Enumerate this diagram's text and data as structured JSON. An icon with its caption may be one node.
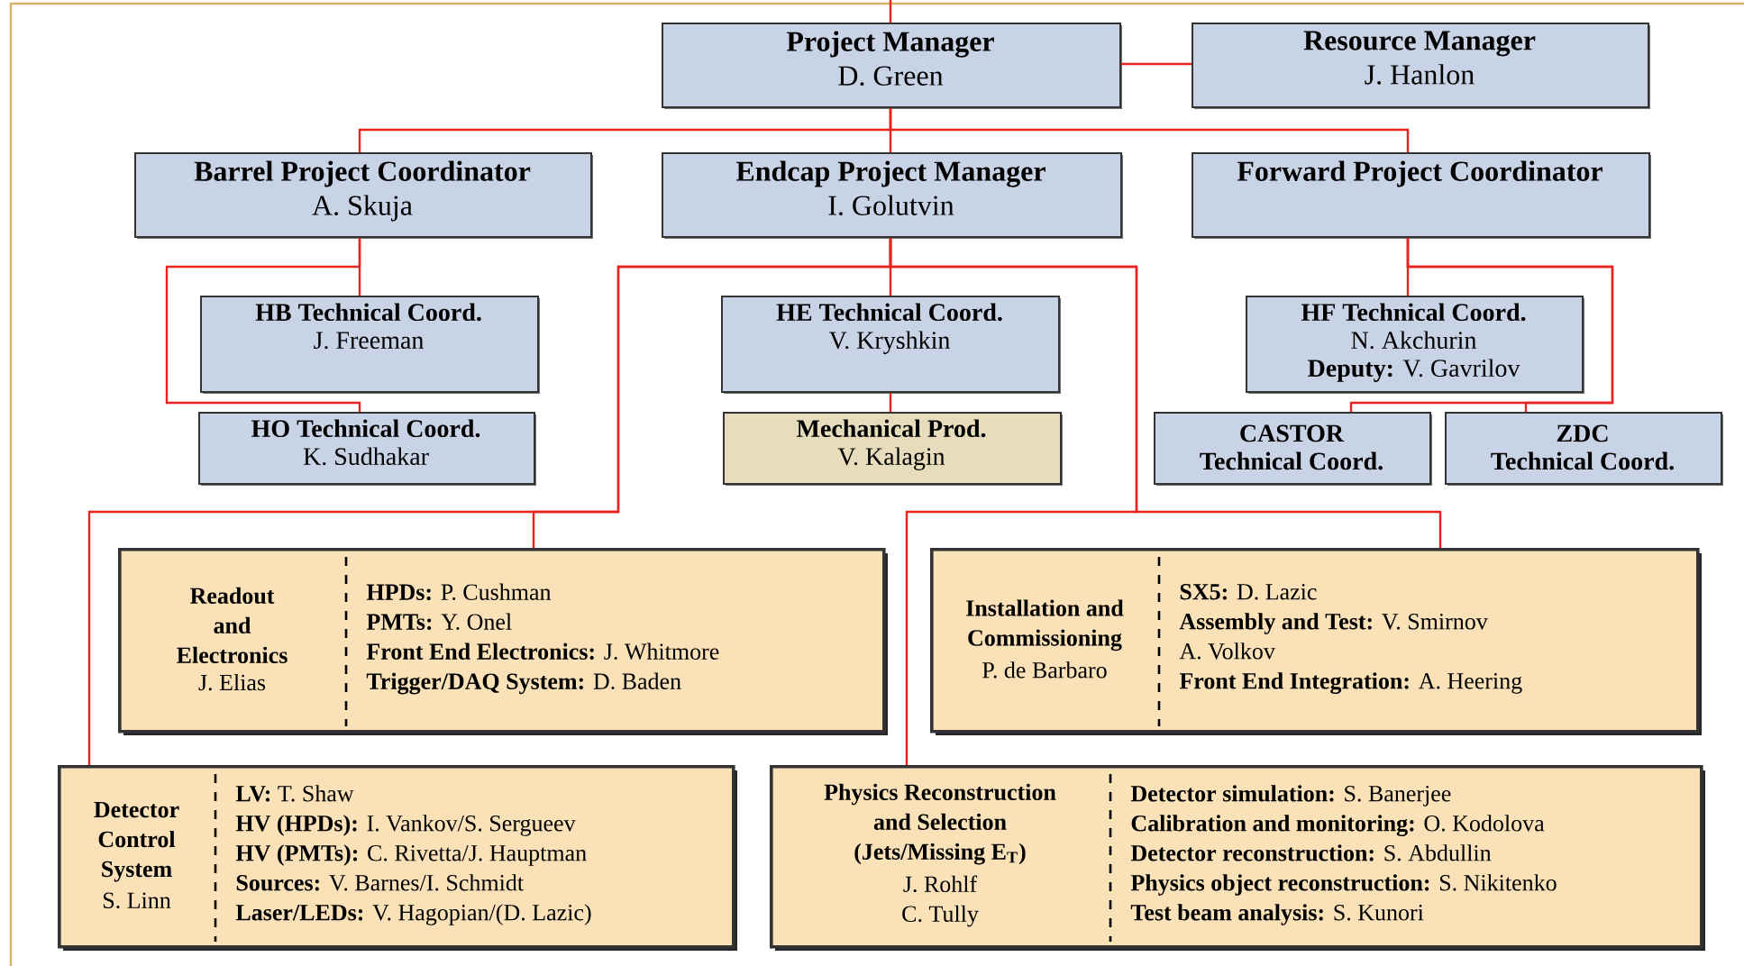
{
  "diagram": {
    "nodes": [
      {
        "text": [
          "Project Manager",
          "D. Green"
        ]
      },
      {
        "text": [
          "Resource Manager",
          "J. Hanlon"
        ]
      },
      {
        "text": [
          "Barrel Project Coordinator",
          "A. Skuja"
        ]
      },
      {
        "text": [
          "Endcap Project Manager",
          "I. Golutvin"
        ]
      },
      {
        "text": [
          "Forward Project Coordinator"
        ]
      },
      {
        "text": [
          "HB Technical Coord.",
          "J. Freeman"
        ]
      },
      {
        "text": [
          "HE Technical Coord.",
          "V. Kryshkin"
        ]
      },
      {
        "text": [
          "HF Technical Coord.",
          "N. Akchurin",
          "**Deputy:** V. Gavrilov"
        ]
      },
      {
        "text": [
          "HO Technical Coord.",
          "K. Sudhakar"
        ]
      },
      {
        "text": [
          "Mechanical Prod.",
          "V. Kalagin"
        ]
      },
      {
        "text": [
          "CASTOR Technical Coord."
        ]
      },
      {
        "text": [
          "ZDC Technical Coord."
        ]
      },
      {
        "text": [
          "Readout and Electronics",
          "J. Elias",
          "**HPDs:** P. Cushman",
          "**PMTs:** Y. Onel",
          "**Front End Electronics:** J. Whitmore",
          "**Trigger/DAQ System:** D. Baden"
        ]
      },
      {
        "text": [
          "Installation and Commissioning",
          "P. de Barbaro",
          "**SX5:** D. Lazic",
          "**Assembly and Test:** V. Smirnov",
          "A. Volkov",
          "**Front End Integration:** A. Heering"
        ]
      },
      {
        "text": [
          "Detector Control System",
          "S. Linn",
          "**LV:** T. Shaw",
          "**HV (HPDs):** I. Vankov/S. Sergueev",
          "**HV (PMTs):** C. Rivetta/J. Hauptman",
          "**Sources:** V. Barnes/I. Schmidt",
          "**Laser/LEDs:** V. Hagopian/(D. Lazic)"
        ]
      },
      {
        "text": [
          "Physics Reconstruction and Selection (Jets/Missing E$_{T}$)",
          "J. Rohlf",
          "C. Tully",
          "**Detector simulation:** S. Banerjee",
          "**Calibration and monitoring:** O. Kodolova",
          "**Detector reconstruction:** S. Abdullin",
          "**Physics object reconstruction:** S. Nikitenko",
          "**Test beam analysis:** S. Kunori"
        ]
      }
    ],
    "edges": [
      {
        "from": null,
        "to": 0,
        "arrow": "none"
      },
      {
        "from": 0,
        "to": 1,
        "arrow": "none"
      },
      {
        "from": 0,
        "to": 2,
        "arrow": "none"
      },
      {
        "from": 0,
        "to": 3,
        "arrow": "none"
      },
      {
        "from": 0,
        "to": 4,
        "arrow": "none"
      },
      {
        "from": 2,
        "to": 5,
        "arrow": "none"
      },
      {
        "from": 2,
        "to": 8,
        "arrow": "none"
      },
      {
        "from": 3,
        "to": 6,
        "arrow": "none"
      },
      {
        "from": 6,
        "to": 9,
        "arrow": "none"
      },
      {
        "from": 4,
        "to": 7,
        "arrow": "none"
      },
      {
        "from": 4,
        "to": 10,
        "arrow": "none"
      },
      {
        "from": 4,
        "to": 11,
        "arrow": "none"
      },
      {
        "from": 3,
        "to": 12,
        "arrow": "none"
      },
      {
        "from": 3,
        "to": 13,
        "arrow": "none"
      },
      {
        "from": 3,
        "to": 14,
        "arrow": "none"
      },
      {
        "from": 3,
        "to": 15,
        "arrow": "none"
      }
    ]
  }
}
